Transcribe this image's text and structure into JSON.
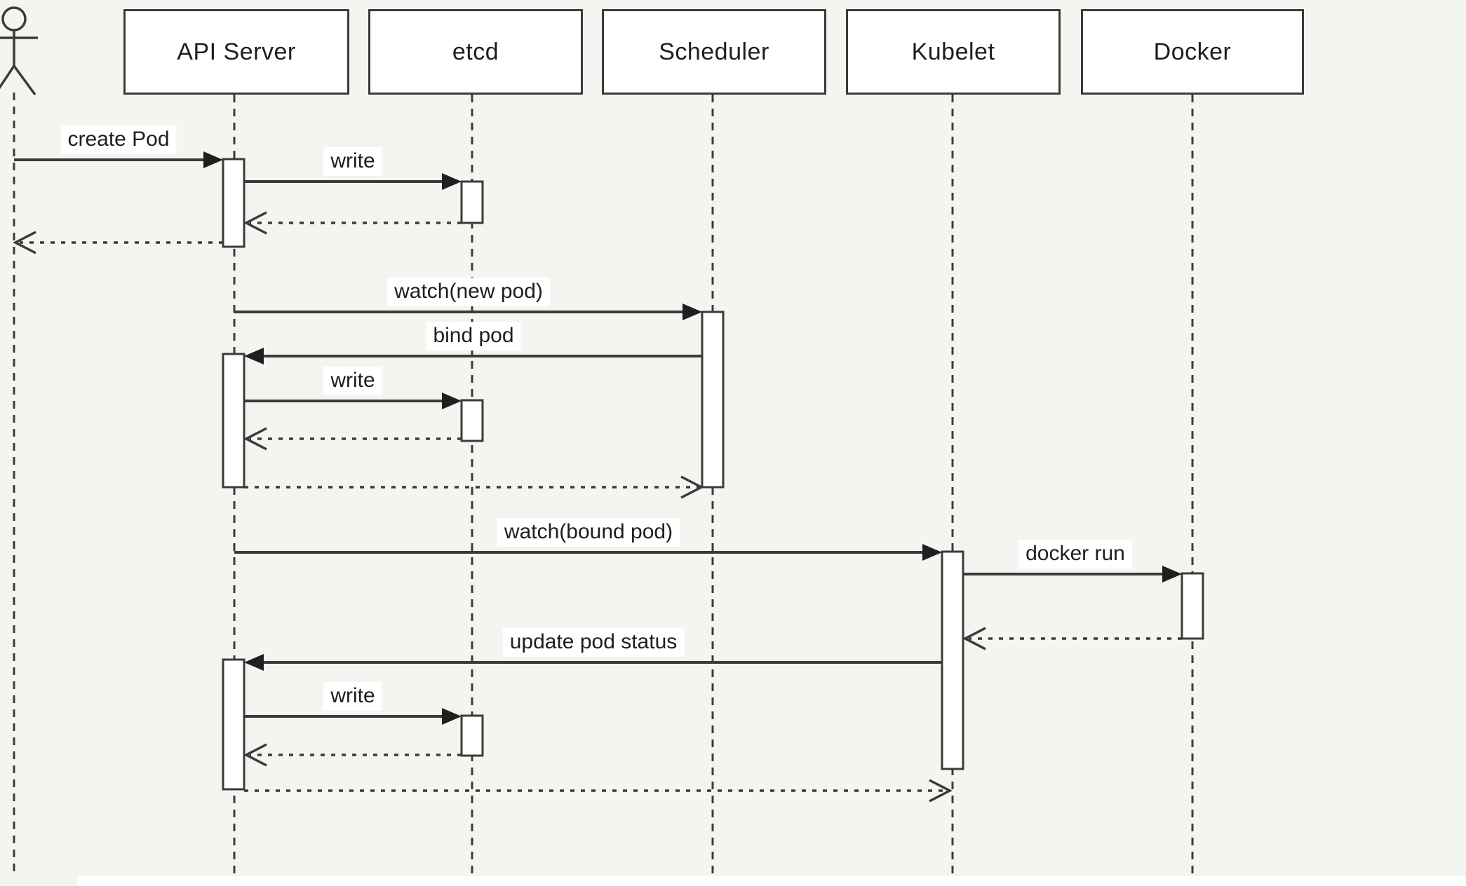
{
  "diagram": {
    "type": "uml-sequence",
    "background_color": "#f4f4f0",
    "line_color": "#3b3b3b",
    "arrowhead_color": "#1f1f1f",
    "box_fill_color": "#ffffff",
    "text_color": "#1e1e1e"
  },
  "participants": [
    {
      "id": "user",
      "type": "actor",
      "label": ""
    },
    {
      "id": "api-server",
      "type": "object",
      "label": "API Server"
    },
    {
      "id": "etcd",
      "type": "object",
      "label": "etcd"
    },
    {
      "id": "scheduler",
      "type": "object",
      "label": "Scheduler"
    },
    {
      "id": "kubelet",
      "type": "object",
      "label": "Kubelet"
    },
    {
      "id": "docker",
      "type": "object",
      "label": "Docker"
    }
  ],
  "messages": [
    {
      "label": "create Pod",
      "from": "user",
      "to": "api-server",
      "style": "solid"
    },
    {
      "label": "write",
      "from": "api-server",
      "to": "etcd",
      "style": "solid"
    },
    {
      "label": "",
      "from": "etcd",
      "to": "api-server",
      "style": "dashed-return"
    },
    {
      "label": "",
      "from": "api-server",
      "to": "user",
      "style": "dashed-return"
    },
    {
      "label": "watch(new pod)",
      "from": "api-server",
      "to": "scheduler",
      "style": "solid"
    },
    {
      "label": "bind pod",
      "from": "scheduler",
      "to": "api-server",
      "style": "solid"
    },
    {
      "label": "write",
      "from": "api-server",
      "to": "etcd",
      "style": "solid"
    },
    {
      "label": "",
      "from": "etcd",
      "to": "api-server",
      "style": "dashed-return"
    },
    {
      "label": "",
      "from": "api-server",
      "to": "scheduler",
      "style": "dashed-return"
    },
    {
      "label": "watch(bound pod)",
      "from": "api-server",
      "to": "kubelet",
      "style": "solid"
    },
    {
      "label": "docker run",
      "from": "kubelet",
      "to": "docker",
      "style": "solid"
    },
    {
      "label": "",
      "from": "docker",
      "to": "kubelet",
      "style": "dashed-return"
    },
    {
      "label": "update pod status",
      "from": "kubelet",
      "to": "api-server",
      "style": "solid"
    },
    {
      "label": "write",
      "from": "api-server",
      "to": "etcd",
      "style": "solid"
    },
    {
      "label": "",
      "from": "etcd",
      "to": "api-server",
      "style": "dashed-return"
    },
    {
      "label": "",
      "from": "api-server",
      "to": "kubelet",
      "style": "dashed-return"
    }
  ]
}
